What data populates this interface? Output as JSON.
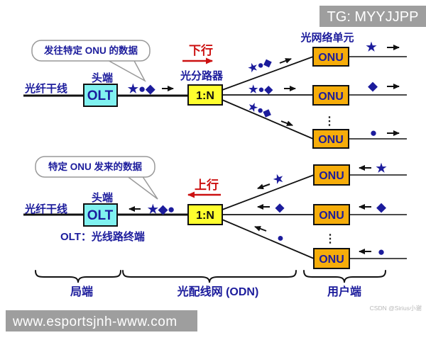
{
  "watermarks": {
    "tg": "TG: MYYJJPP",
    "site": "www.esportsjnh-www.com",
    "csdn": "CSDN @Sirius小谢"
  },
  "symbols": {
    "star": "★",
    "circle": "●",
    "diamond": "◆",
    "dots": "⋮"
  },
  "downstream": {
    "callout": "发往特定 ONU 的数据",
    "trunk_label": "光纤干线",
    "head_end_label": "头端",
    "olt_label": "OLT",
    "packet_group": "★●◆",
    "direction_label": "下行",
    "splitter_name": "光分路器",
    "splitter_label": "1:N",
    "onu_group_label": "光网络单元",
    "onu1": "ONU",
    "onu2": "ONU",
    "onu3": "ONU",
    "onu1_symbol": "★",
    "onu2_symbol": "◆",
    "onu3_symbol": "●"
  },
  "upstream": {
    "callout": "特定 ONU 发来的数据",
    "trunk_label": "光纤干线",
    "head_end_label": "头端",
    "olt_label": "OLT",
    "packet_group": "★◆●",
    "direction_label": "上行",
    "splitter_label": "1:N",
    "olt_definition": "OLT：光线路终端",
    "onu1": "ONU",
    "onu2": "ONU",
    "onu3": "ONU",
    "onu1_symbol": "★",
    "onu2_symbol": "◆",
    "onu3_symbol": "●"
  },
  "segments": {
    "office": "局端",
    "odn": "光配线网 (ODN)",
    "user": "用户端"
  },
  "colors": {
    "navy": "#1c1c9c",
    "red": "#cc1111",
    "olt_fill": "#80f2f0",
    "onu_fill": "#f6ad0a",
    "splitter_fill": "#ffff2e",
    "watermark_gray": "#9e9e9e",
    "line": "#111111"
  }
}
